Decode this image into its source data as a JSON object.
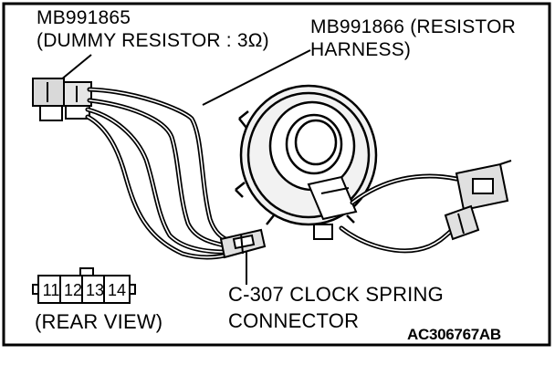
{
  "labels": {
    "dummy_resistor_line1": "MB991865",
    "dummy_resistor_line2": "(DUMMY RESISTOR : 3Ω)",
    "resistor_harness_line1": "MB991866 (RESISTOR",
    "resistor_harness_line2": "HARNESS)",
    "connector_line1": "C-307 CLOCK SPRING",
    "connector_line2": "CONNECTOR",
    "rear_view": "(REAR VIEW)",
    "figure_code": "AC306767AB"
  },
  "connector_pins": [
    "11",
    "12",
    "13",
    "14"
  ],
  "colors": {
    "line": "#000000",
    "background": "#ffffff"
  }
}
